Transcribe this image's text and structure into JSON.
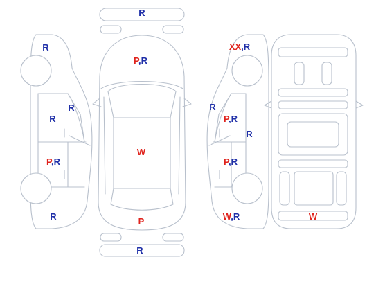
{
  "colors": {
    "outline": "#b8c0cc",
    "marker_red": "#e0231d",
    "marker_blue": "#1f2fa8"
  },
  "legend_note": "",
  "markers": [
    {
      "id": "front-bumper",
      "parts": [
        {
          "t": "R",
          "c": "blue"
        }
      ]
    },
    {
      "id": "left-front-fender",
      "parts": [
        {
          "t": "R",
          "c": "blue"
        }
      ]
    },
    {
      "id": "hood",
      "parts": [
        {
          "t": "P",
          "c": "red"
        },
        {
          "t": ",",
          "c": "blue"
        },
        {
          "t": "R",
          "c": "blue"
        }
      ]
    },
    {
      "id": "right-front-fender",
      "parts": [
        {
          "t": "XX",
          "c": "red"
        },
        {
          "t": ",",
          "c": "blue"
        },
        {
          "t": "R",
          "c": "blue"
        }
      ]
    },
    {
      "id": "left-mirror",
      "parts": [
        {
          "t": "R",
          "c": "blue"
        }
      ]
    },
    {
      "id": "left-front-door",
      "parts": [
        {
          "t": "R",
          "c": "blue"
        }
      ]
    },
    {
      "id": "right-mirror",
      "parts": [
        {
          "t": "R",
          "c": "blue"
        }
      ]
    },
    {
      "id": "right-front-door",
      "parts": [
        {
          "t": "P",
          "c": "red"
        },
        {
          "t": ",",
          "c": "blue"
        },
        {
          "t": "R",
          "c": "blue"
        }
      ]
    },
    {
      "id": "right-pillar",
      "parts": [
        {
          "t": "R",
          "c": "blue"
        }
      ]
    },
    {
      "id": "roof",
      "parts": [
        {
          "t": "W",
          "c": "red"
        }
      ]
    },
    {
      "id": "left-rear-door",
      "parts": [
        {
          "t": "P",
          "c": "red"
        },
        {
          "t": ",",
          "c": "blue"
        },
        {
          "t": "R",
          "c": "blue"
        }
      ]
    },
    {
      "id": "right-rear-door",
      "parts": [
        {
          "t": "P",
          "c": "red"
        },
        {
          "t": ",",
          "c": "blue"
        },
        {
          "t": "R",
          "c": "blue"
        }
      ]
    },
    {
      "id": "left-rear-fender",
      "parts": [
        {
          "t": "R",
          "c": "blue"
        }
      ]
    },
    {
      "id": "trunk",
      "parts": [
        {
          "t": "P",
          "c": "red"
        }
      ]
    },
    {
      "id": "right-rear-fender",
      "parts": [
        {
          "t": "W",
          "c": "red"
        },
        {
          "t": ",",
          "c": "blue"
        },
        {
          "t": "R",
          "c": "blue"
        }
      ]
    },
    {
      "id": "interior-rear",
      "parts": [
        {
          "t": "W",
          "c": "red"
        }
      ]
    },
    {
      "id": "rear-bumper",
      "parts": [
        {
          "t": "R",
          "c": "blue"
        }
      ]
    }
  ]
}
